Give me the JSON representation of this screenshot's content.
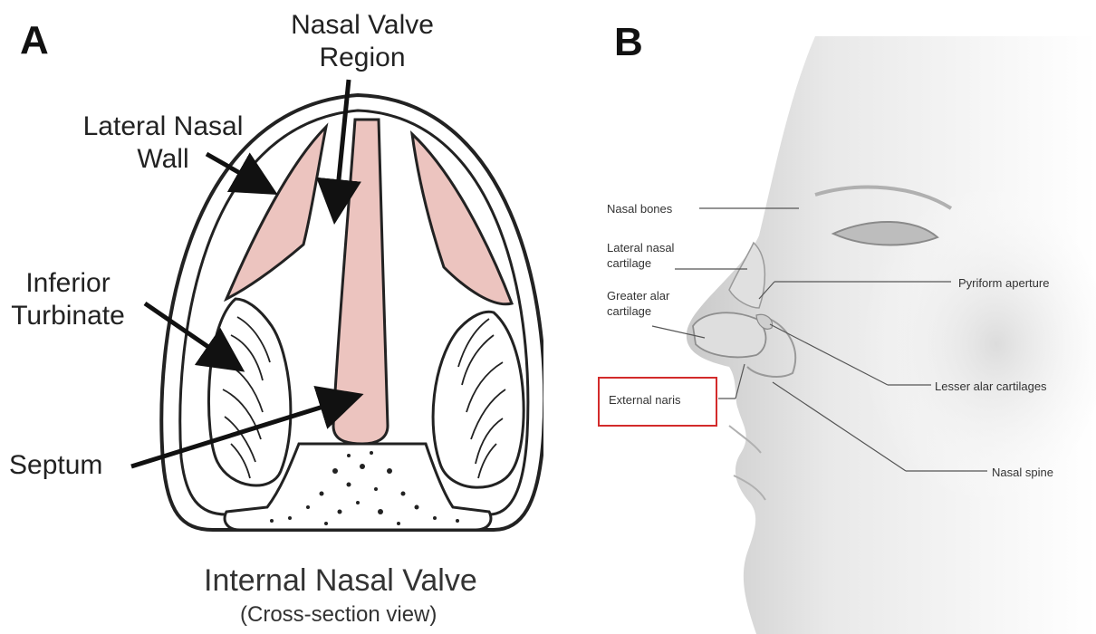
{
  "panel_a": {
    "letter": "A",
    "labels": {
      "nasal_valve_region": [
        "Nasal Valve",
        "Region"
      ],
      "lateral_nasal_wall": [
        "Lateral Nasal",
        "Wall"
      ],
      "inferior_turbinate": [
        "Inferior",
        "Turbinate"
      ],
      "septum": "Septum"
    },
    "caption": {
      "title": "Internal Nasal Valve",
      "subtitle": "(Cross-section view)"
    },
    "colors": {
      "mucosa": "#ecc4bf",
      "outline": "#222222"
    }
  },
  "panel_b": {
    "letter": "B",
    "labels": {
      "nasal_bones": "Nasal bones",
      "lateral_nasal_cartilage": [
        "Lateral nasal",
        "cartilage"
      ],
      "greater_alar_cartilage": [
        "Greater alar",
        "cartilage"
      ],
      "external_naris": "External naris",
      "pyriform_aperture": "Pyriform aperture",
      "lesser_alar_cartilages": "Lesser alar cartilages",
      "nasal_spine": "Nasal spine"
    },
    "colors": {
      "highlight_box": "#d32b2b",
      "skin": "#e6e6e6"
    }
  }
}
